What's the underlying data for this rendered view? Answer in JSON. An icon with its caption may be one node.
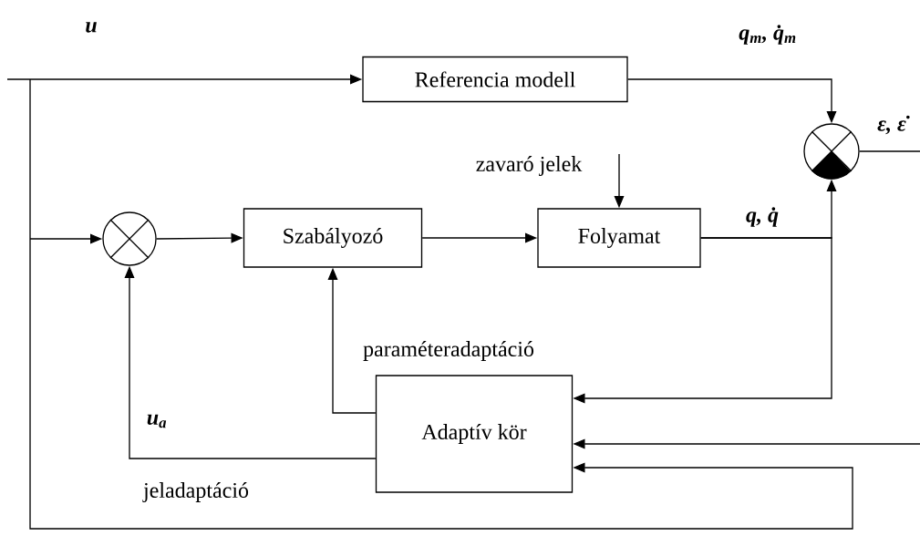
{
  "diagram": {
    "nodes": [
      {
        "text": [
          "Referencia modell"
        ]
      },
      {
        "text": [],
        "shape": "circle"
      },
      {
        "text": [],
        "shape": "circle"
      },
      {
        "text": [
          "Szabályozó"
        ]
      },
      {
        "text": [
          "Folyamat"
        ]
      },
      {
        "text": [
          "Adaptív kör"
        ]
      },
      {
        "text": [
          "zavaró jelek"
        ]
      }
    ],
    "edges": [
      {
        "from": null,
        "to": 0,
        "arrow": "to",
        "label": "u"
      },
      {
        "from": null,
        "to": 2,
        "arrow": "to"
      },
      {
        "from": null,
        "to": 5,
        "arrow": "to"
      },
      {
        "from": 0,
        "to": 1,
        "arrow": "to",
        "label": "q$_{m}$, q̇$_{m}$"
      },
      {
        "from": 1,
        "to": null,
        "arrow": "none",
        "label": "ε, ε̇"
      },
      {
        "from": null,
        "to": 5,
        "arrow": "to"
      },
      {
        "from": 2,
        "to": 3,
        "arrow": "to"
      },
      {
        "from": 3,
        "to": 4,
        "arrow": "to"
      },
      {
        "from": 4,
        "to": 1,
        "arrow": "to",
        "label": "q, q̇"
      },
      {
        "from": 4,
        "to": 5,
        "arrow": "to"
      },
      {
        "from": 5,
        "to": 3,
        "arrow": "to",
        "label": "paraméteradaptáció"
      },
      {
        "from": 5,
        "to": 2,
        "arrow": "to",
        "label": "u$_{a}$"
      },
      {
        "from": 6,
        "to": 4,
        "arrow": "to"
      }
    ],
    "labels": [
      "jeladaptáció"
    ]
  }
}
